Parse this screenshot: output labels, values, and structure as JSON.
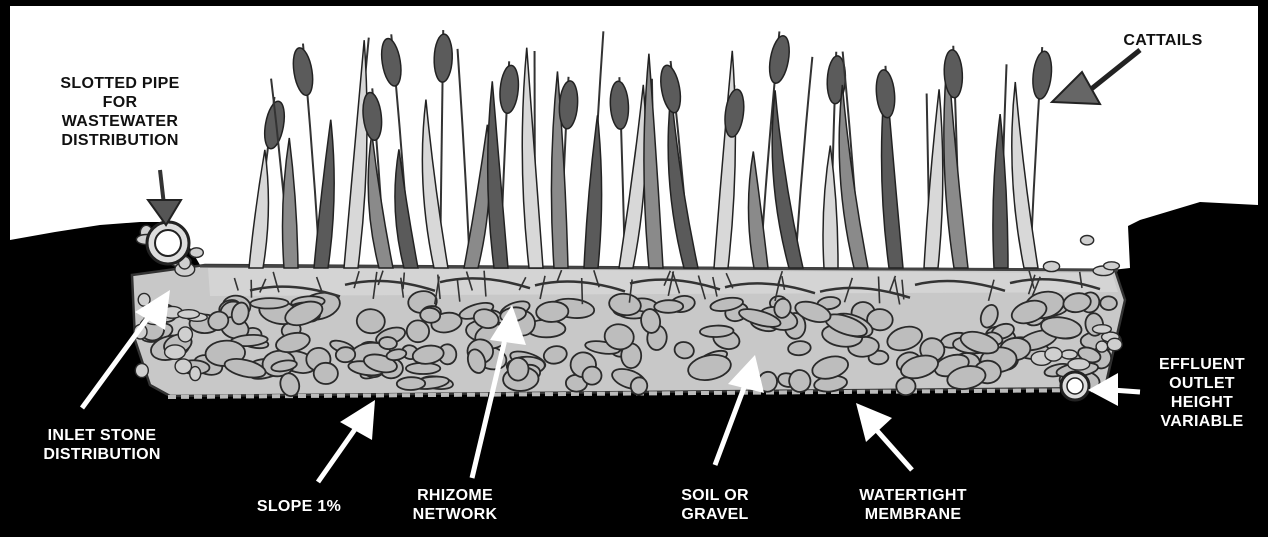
{
  "labels": {
    "slotted_pipe": "SLOTTED PIPE\nFOR\nWASTEWATER\nDISTRIBUTION",
    "cattails": "CATTAILS",
    "inlet_stone": "INLET STONE\nDISTRIBUTION",
    "slope": "SLOPE 1%",
    "rhizome": "RHIZOME\nNETWORK",
    "soil": "SOIL OR\nGRAVEL",
    "membrane": "WATERTIGHT\nMEMBRANE",
    "effluent": "EFFLUENT\nOUTLET\nHEIGHT\nVARIABLE"
  },
  "colors": {
    "background": "#000000",
    "sky": "#ffffff",
    "bed_fill": "#c8c8c8",
    "plant_dark": "#5a5a5a",
    "plant_light": "#d8d8d8",
    "ink": "#222222"
  }
}
